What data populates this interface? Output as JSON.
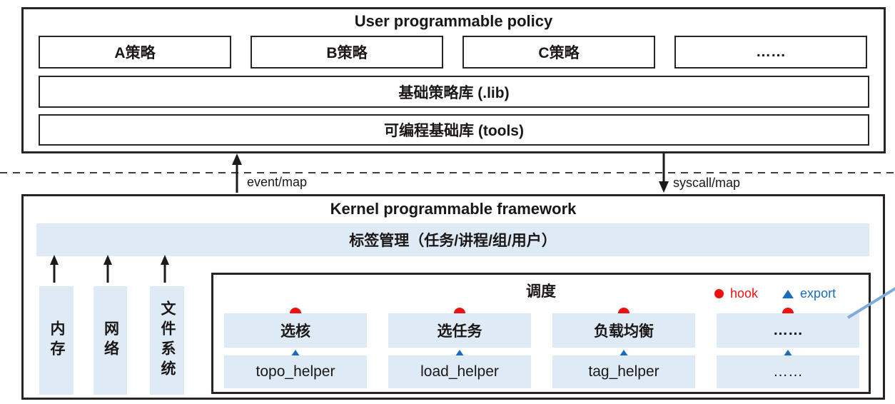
{
  "top_panel": {
    "title": "User programmable policy",
    "policies": [
      {
        "label": "A策略"
      },
      {
        "label": "B策略"
      },
      {
        "label": "C策略"
      },
      {
        "label": "……"
      }
    ],
    "lib_bar_label": "基础策略库 (.lib)",
    "tools_bar_label": "可编程基础库 (tools)"
  },
  "interface_layer": {
    "event_arrow_label": "event/map",
    "syscall_arrow_label": "syscall/map"
  },
  "kernel_panel": {
    "title": "Kernel programmable framework",
    "tag_bar_label": "标签管理（任务/讲程/组/用户）",
    "subsystems": [
      {
        "label": "内存"
      },
      {
        "label": "网络"
      },
      {
        "label": "文件系统"
      }
    ],
    "scheduler": {
      "title": "调度",
      "legend": {
        "hook_label": "hook",
        "export_label": "export"
      },
      "columns": [
        {
          "hook_label": "选核",
          "helper_label": "topo_helper"
        },
        {
          "hook_label": "选任务",
          "helper_label": "load_helper"
        },
        {
          "hook_label": "负载均衡",
          "helper_label": "tag_helper"
        },
        {
          "hook_label": "……",
          "helper_label": "……"
        }
      ]
    }
  },
  "colors": {
    "hook_red": "#ee1111",
    "export_blue": "#1b6cc0",
    "light_blue_fill": "#deebf7",
    "callout_blue": "#7fabdc",
    "border_dark": "#2a2323"
  }
}
